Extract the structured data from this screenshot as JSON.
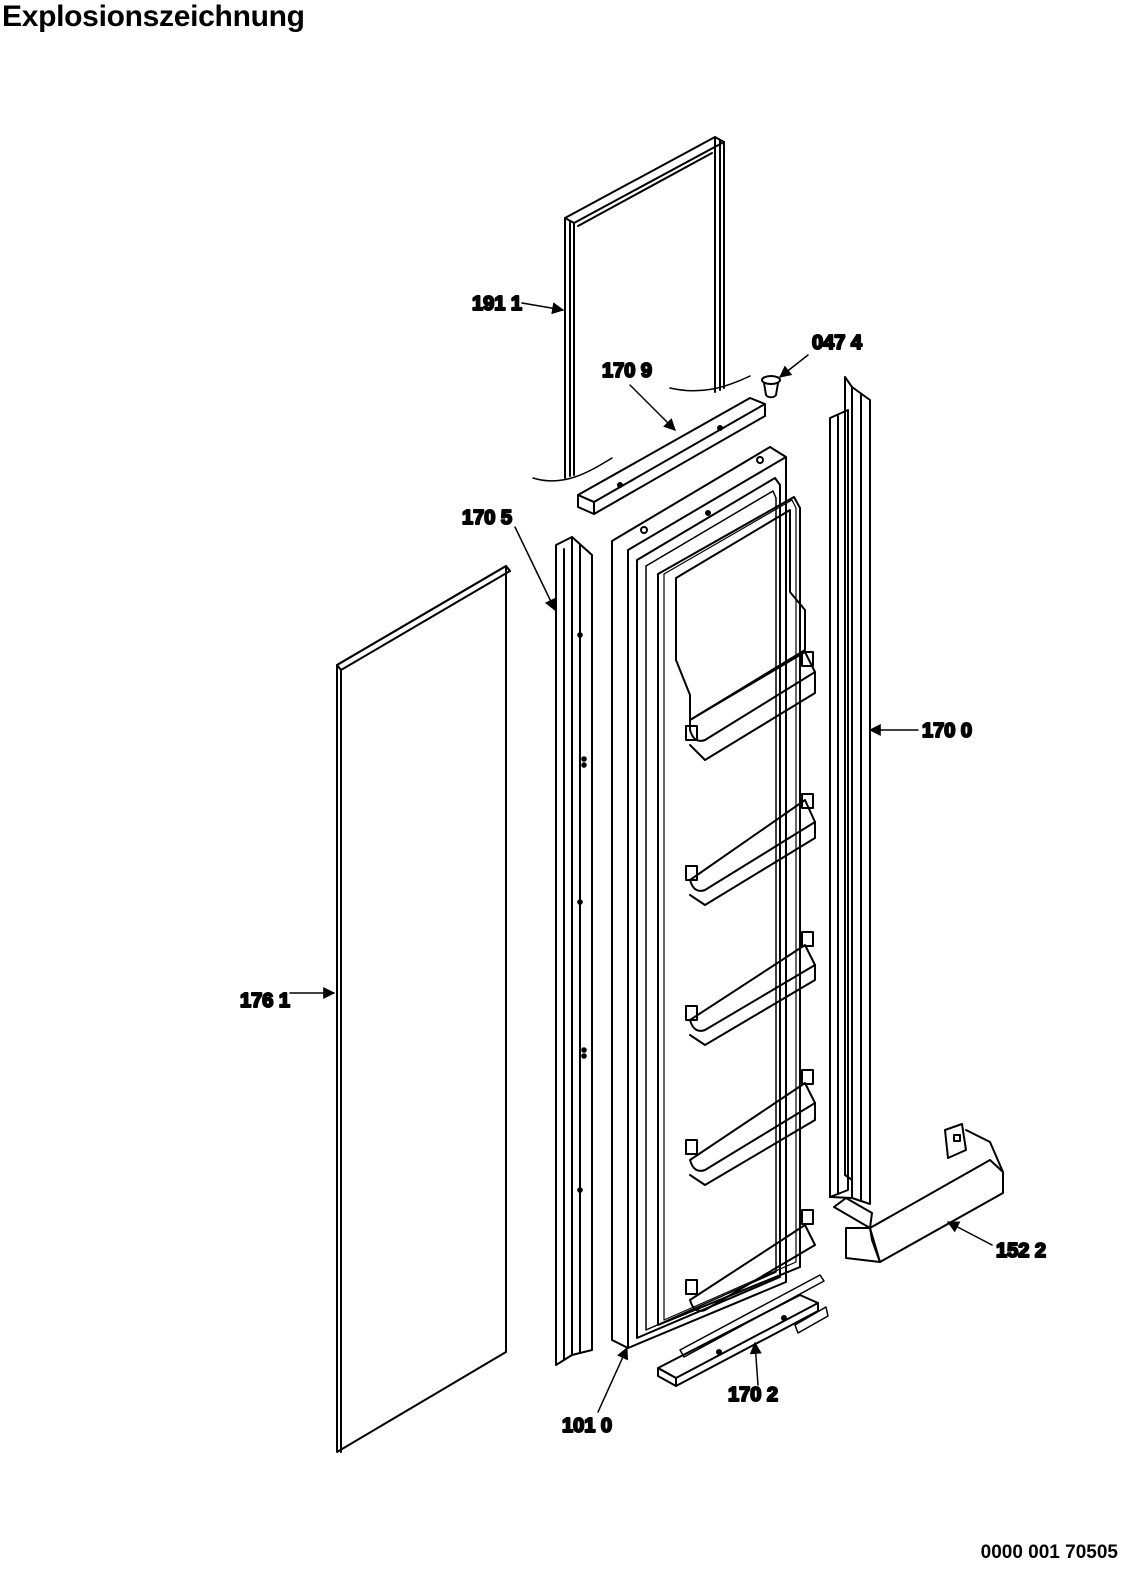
{
  "title": "Explosionszeichnung",
  "document_number": "0000 001 70505",
  "parts": [
    {
      "id": "191_1",
      "label": "191 1"
    },
    {
      "id": "047_4",
      "label": "047 4"
    },
    {
      "id": "170_9",
      "label": "170 9"
    },
    {
      "id": "170_5",
      "label": "170 5"
    },
    {
      "id": "170_0",
      "label": "170 0"
    },
    {
      "id": "176_1",
      "label": "176 1"
    },
    {
      "id": "152_2",
      "label": "152 2"
    },
    {
      "id": "170_2",
      "label": "170 2"
    },
    {
      "id": "101_0",
      "label": "101 0"
    }
  ]
}
